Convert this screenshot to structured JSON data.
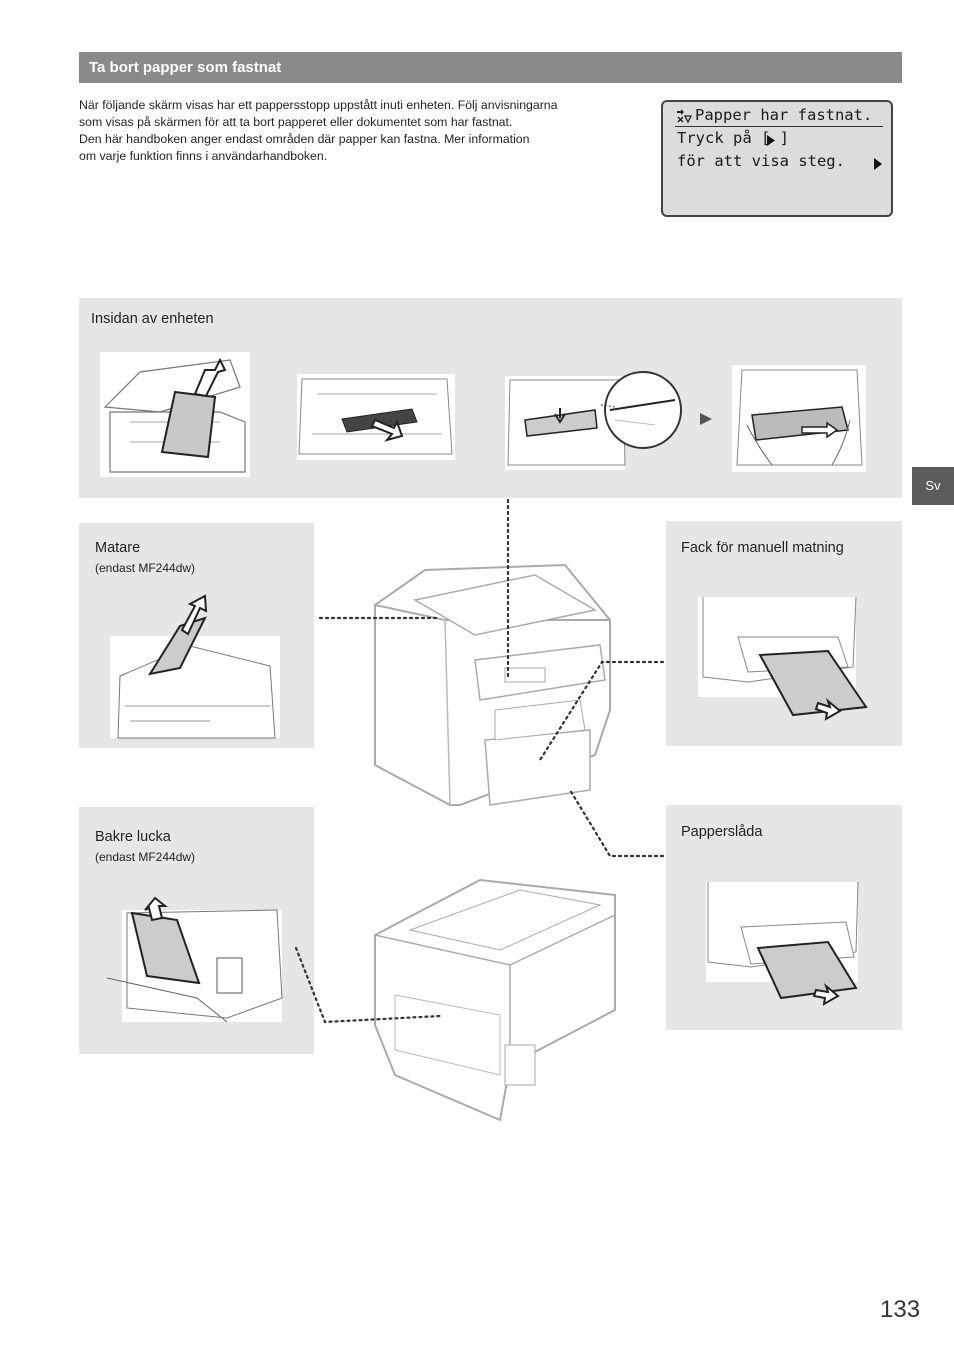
{
  "header": {
    "title": "Ta bort papper som fastnat"
  },
  "intro": {
    "lines": [
      "När följande skärm visas har ett pappersstopp uppstått inuti enheten. Följ anvisningarna",
      "som visas på skärmen för att ta bort papperet eller dokumentet som har fastnat.",
      "Den här handboken anger endast områden där papper kan fastna. Mer information",
      "om varje funktion finns i användarhandboken."
    ]
  },
  "lcd": {
    "line1": "Papper har fastnat.",
    "line2": "Tryck på [ ]",
    "line3": "för att visa steg."
  },
  "sections": {
    "inside": {
      "label": "Insidan av enheten"
    },
    "feeder": {
      "label": "Matare",
      "sub": "(endast MF244dw)"
    },
    "manual_tray": {
      "label": "Fack för manuell matning"
    },
    "back_cover": {
      "label": "Bakre lucka",
      "sub": "(endast MF244dw)"
    },
    "paper_drawer": {
      "label": "Papperslåda"
    }
  },
  "side_tab": "Sv",
  "page_number": "133"
}
